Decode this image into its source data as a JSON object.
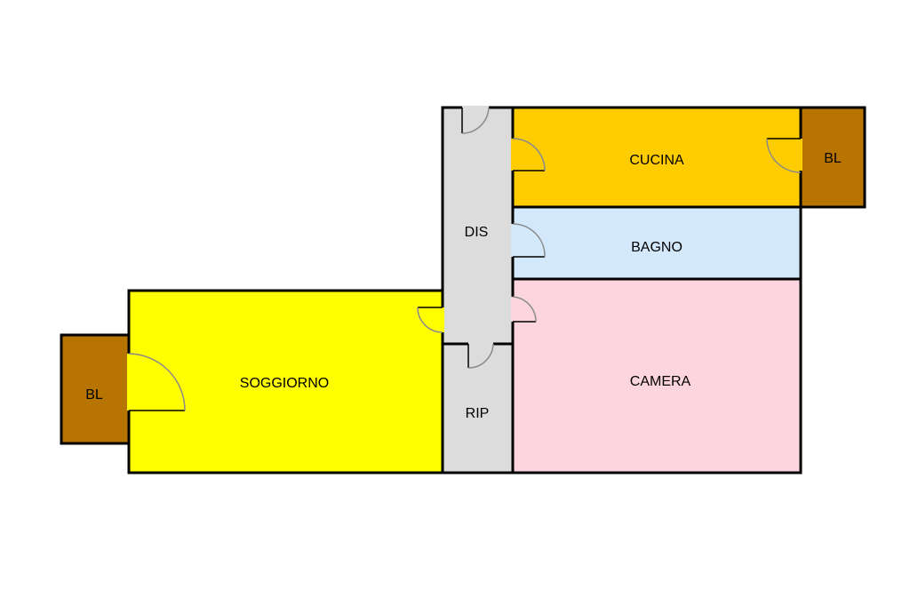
{
  "rooms": {
    "soggiorno": {
      "label": "SOGGIORNO",
      "color": "#ffff00"
    },
    "balcony_left": {
      "label": "BL",
      "color": "#b87400"
    },
    "dis": {
      "label": "DIS",
      "color": "#dcdcdc"
    },
    "rip": {
      "label": "RIP",
      "color": "#dcdcdc"
    },
    "cucina": {
      "label": "CUCINA",
      "color": "#ffcc00"
    },
    "balcony_right": {
      "label": "BL",
      "color": "#b87400"
    },
    "bagno": {
      "label": "BAGNO",
      "color": "#d4e8fb"
    },
    "camera": {
      "label": "CAMERA",
      "color": "#fcd5de"
    }
  },
  "colors": {
    "wall": "#000000",
    "background": "#ffffff",
    "door_arc": "#8a8a8a"
  }
}
